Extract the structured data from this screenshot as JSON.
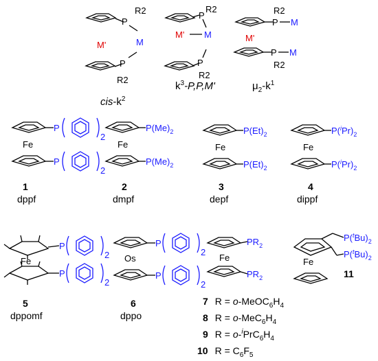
{
  "modes": {
    "cis": {
      "r2_top": "R2",
      "r2_bot": "R2",
      "p": "P",
      "m": "M",
      "mprime": "M'",
      "caption_italic": "cis",
      "caption_rest": "-k",
      "caption_sup": "2"
    },
    "k3": {
      "r2": "R2",
      "p": "P",
      "m": "M",
      "mprime": "M'",
      "caption_k": "k",
      "caption_sup": "3",
      "caption_rest": "-P,P,M'"
    },
    "mu2": {
      "r2": "R2",
      "p": "P",
      "m": "M",
      "mprime": "M'",
      "caption_mu": "μ",
      "caption_sub": "2",
      "caption_rest": "-k",
      "caption_sup": "1"
    }
  },
  "compounds": [
    {
      "number": "1",
      "abbrev": "dppf",
      "metal": "Fe",
      "substituent": "P",
      "paren_sub": "2"
    },
    {
      "number": "2",
      "abbrev": "dmpf",
      "metal": "Fe",
      "substituent": "P(Me)",
      "sub": "2"
    },
    {
      "number": "3",
      "abbrev": "depf",
      "metal": "Fe",
      "substituent": "P(Et)",
      "sub": "2"
    },
    {
      "number": "4",
      "abbrev": "dippf",
      "metal": "Fe",
      "substituent_pre": "P(",
      "sup": "i",
      "substituent_post": "Pr)",
      "sub": "2"
    },
    {
      "number": "5",
      "abbrev": "dppomf",
      "metal": "Fe",
      "substituent": "P",
      "paren_sub": "2"
    },
    {
      "number": "6",
      "abbrev": "dppo",
      "metal": "Os",
      "substituent": "P",
      "paren_sub": "2"
    },
    {
      "metal": "Fe",
      "substituent": "PR",
      "sub": "2"
    },
    {
      "number": "11",
      "metal": "Fe",
      "substituent_pre": "P(",
      "sup": "t",
      "substituent_post": "Bu)",
      "sub": "2"
    }
  ],
  "r_list": [
    {
      "number": "7",
      "prefix": "R = ",
      "italic": "o",
      "text": "-MeOC",
      "s1": "6",
      "t2": "H",
      "s2": "4"
    },
    {
      "number": "8",
      "prefix": "R = ",
      "italic": "o",
      "text": "-MeC",
      "s1": "6",
      "t2": "H",
      "s2": "4"
    },
    {
      "number": "9",
      "prefix": "R = ",
      "italic": "o",
      "text": "-",
      "sup": "i",
      "text2": "PrC",
      "s1": "6",
      "t2": "H",
      "s2": "4"
    },
    {
      "number": "10",
      "prefix": "R = C",
      "s1": "6",
      "t2": "F",
      "s2": "5"
    }
  ]
}
